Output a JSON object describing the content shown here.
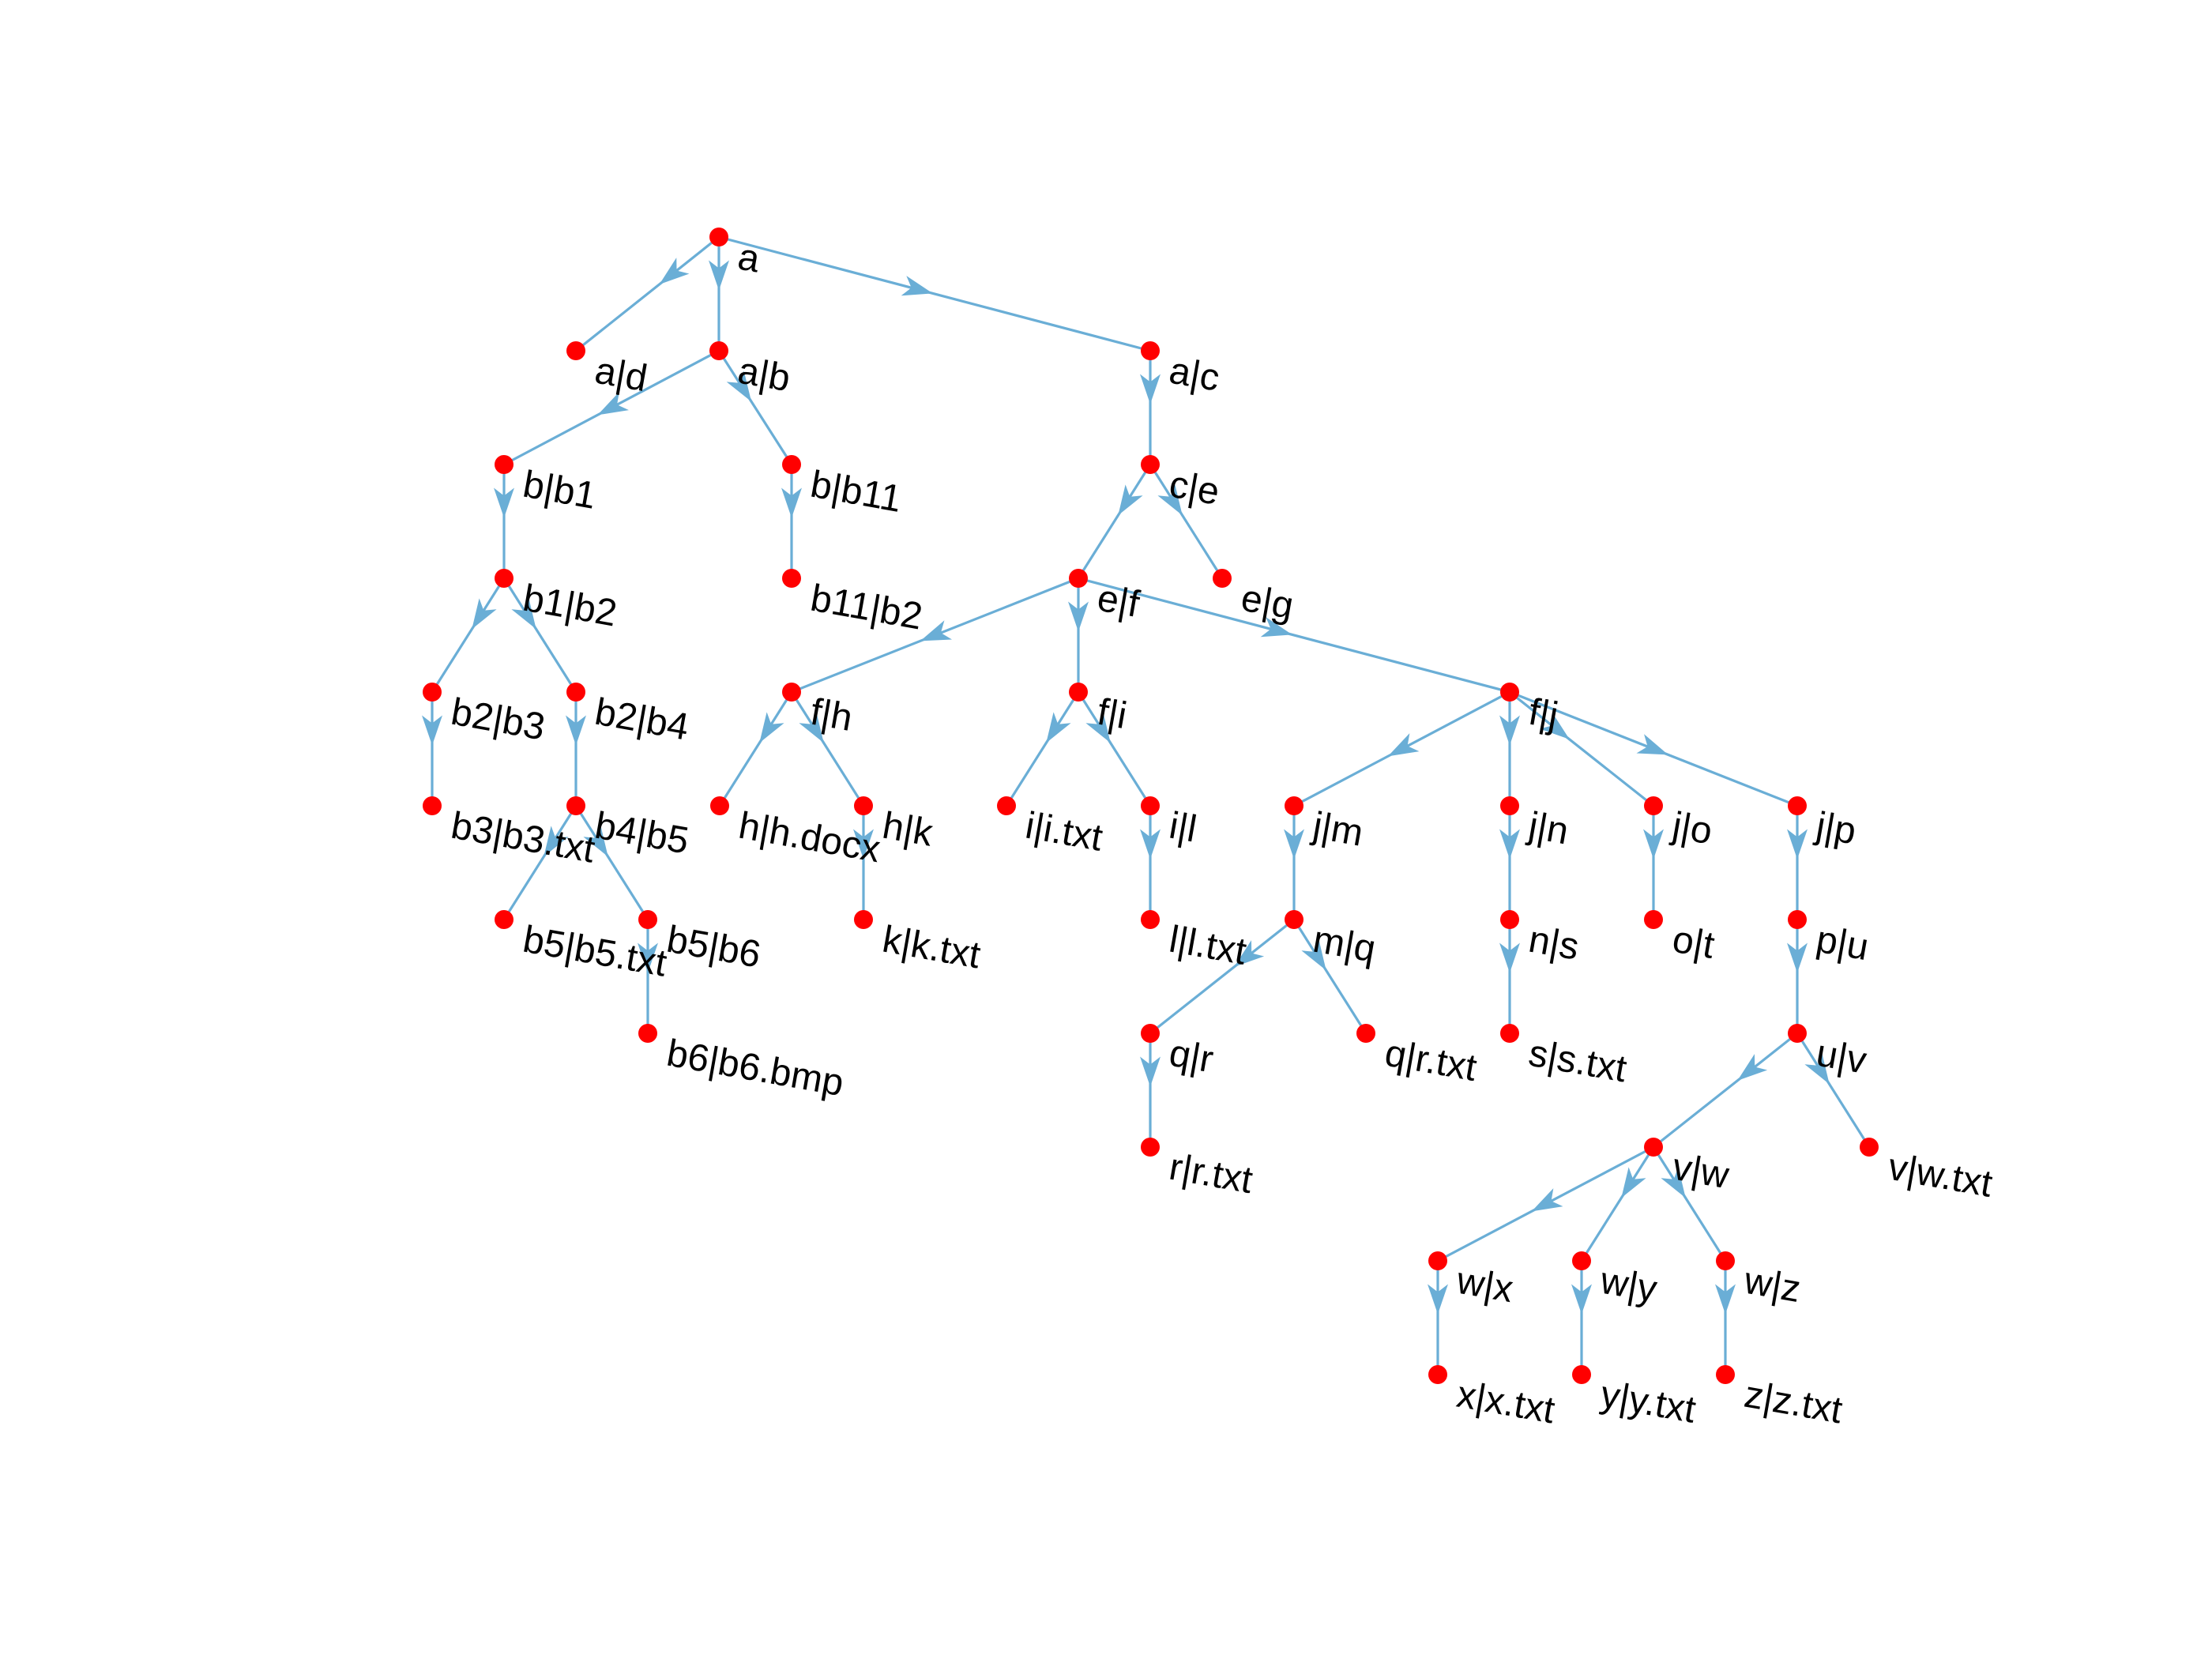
{
  "colors": {
    "node": "#ff0000",
    "edge": "#6aaed6",
    "label": "#000000",
    "background": "#ffffff"
  },
  "nodes": [
    {
      "id": "a",
      "label": "a"
    },
    {
      "id": "ad",
      "label": "a|d"
    },
    {
      "id": "ab",
      "label": "a|b"
    },
    {
      "id": "ac",
      "label": "a|c"
    },
    {
      "id": "bb1",
      "label": "b|b1"
    },
    {
      "id": "bb11",
      "label": "b|b11"
    },
    {
      "id": "ce",
      "label": "c|e"
    },
    {
      "id": "b1b2",
      "label": "b1|b2"
    },
    {
      "id": "b11b2",
      "label": "b11|b2"
    },
    {
      "id": "ef",
      "label": "e|f"
    },
    {
      "id": "eg",
      "label": "e|g"
    },
    {
      "id": "b2b3",
      "label": "b2|b3"
    },
    {
      "id": "b2b4",
      "label": "b2|b4"
    },
    {
      "id": "fh",
      "label": "f|h"
    },
    {
      "id": "fi",
      "label": "f|i"
    },
    {
      "id": "fj",
      "label": "f|j"
    },
    {
      "id": "b3txt",
      "label": "b3|b3.txt"
    },
    {
      "id": "b4b5",
      "label": "b4|b5"
    },
    {
      "id": "hdocx",
      "label": "h|h.docx"
    },
    {
      "id": "hk",
      "label": "h|k"
    },
    {
      "id": "itxt",
      "label": "i|i.txt"
    },
    {
      "id": "il",
      "label": "i|l"
    },
    {
      "id": "jm",
      "label": "j|m"
    },
    {
      "id": "jn",
      "label": "j|n"
    },
    {
      "id": "jo",
      "label": "j|o"
    },
    {
      "id": "jp",
      "label": "j|p"
    },
    {
      "id": "b5txt",
      "label": "b5|b5.txt"
    },
    {
      "id": "b5b6",
      "label": "b5|b6"
    },
    {
      "id": "ktxt",
      "label": "k|k.txt"
    },
    {
      "id": "ltxt",
      "label": "l|l.txt"
    },
    {
      "id": "mq",
      "label": "m|q"
    },
    {
      "id": "ns",
      "label": "n|s"
    },
    {
      "id": "ot",
      "label": "o|t"
    },
    {
      "id": "pu",
      "label": "p|u"
    },
    {
      "id": "b6bmp",
      "label": "b6|b6.bmp"
    },
    {
      "id": "qr",
      "label": "q|r"
    },
    {
      "id": "qrtxt",
      "label": "q|r.txt"
    },
    {
      "id": "stxt",
      "label": "s|s.txt"
    },
    {
      "id": "uv",
      "label": "u|v"
    },
    {
      "id": "rtxt",
      "label": "r|r.txt"
    },
    {
      "id": "vw",
      "label": "v|w"
    },
    {
      "id": "vwtxt",
      "label": "v|w.txt"
    },
    {
      "id": "wx",
      "label": "w|x"
    },
    {
      "id": "wy",
      "label": "w|y"
    },
    {
      "id": "wz",
      "label": "w|z"
    },
    {
      "id": "xtxt",
      "label": "x|x.txt"
    },
    {
      "id": "ytxt",
      "label": "y|y.txt"
    },
    {
      "id": "ztxt",
      "label": "z|z.txt"
    }
  ],
  "edges": [
    [
      "a",
      "ad"
    ],
    [
      "a",
      "ab"
    ],
    [
      "a",
      "ac"
    ],
    [
      "ab",
      "bb1"
    ],
    [
      "ab",
      "bb11"
    ],
    [
      "ac",
      "ce"
    ],
    [
      "bb1",
      "b1b2"
    ],
    [
      "bb11",
      "b11b2"
    ],
    [
      "ce",
      "ef"
    ],
    [
      "ce",
      "eg"
    ],
    [
      "b1b2",
      "b2b3"
    ],
    [
      "b1b2",
      "b2b4"
    ],
    [
      "ef",
      "fh"
    ],
    [
      "ef",
      "fi"
    ],
    [
      "ef",
      "fj"
    ],
    [
      "b2b3",
      "b3txt"
    ],
    [
      "b2b4",
      "b4b5"
    ],
    [
      "fh",
      "hdocx"
    ],
    [
      "fh",
      "hk"
    ],
    [
      "fi",
      "itxt"
    ],
    [
      "fi",
      "il"
    ],
    [
      "fj",
      "jm"
    ],
    [
      "fj",
      "jn"
    ],
    [
      "fj",
      "jo"
    ],
    [
      "fj",
      "jp"
    ],
    [
      "b4b5",
      "b5txt"
    ],
    [
      "b4b5",
      "b5b6"
    ],
    [
      "hk",
      "ktxt"
    ],
    [
      "il",
      "ltxt"
    ],
    [
      "jm",
      "mq"
    ],
    [
      "jn",
      "ns"
    ],
    [
      "jo",
      "ot"
    ],
    [
      "jp",
      "pu"
    ],
    [
      "b5b6",
      "b6bmp"
    ],
    [
      "mq",
      "qr"
    ],
    [
      "mq",
      "qrtxt"
    ],
    [
      "ns",
      "stxt"
    ],
    [
      "pu",
      "uv"
    ],
    [
      "qr",
      "rtxt"
    ],
    [
      "uv",
      "vw"
    ],
    [
      "uv",
      "vwtxt"
    ],
    [
      "vw",
      "wx"
    ],
    [
      "vw",
      "wy"
    ],
    [
      "vw",
      "wz"
    ],
    [
      "wx",
      "xtxt"
    ],
    [
      "wy",
      "ytxt"
    ],
    [
      "wz",
      "ztxt"
    ]
  ]
}
